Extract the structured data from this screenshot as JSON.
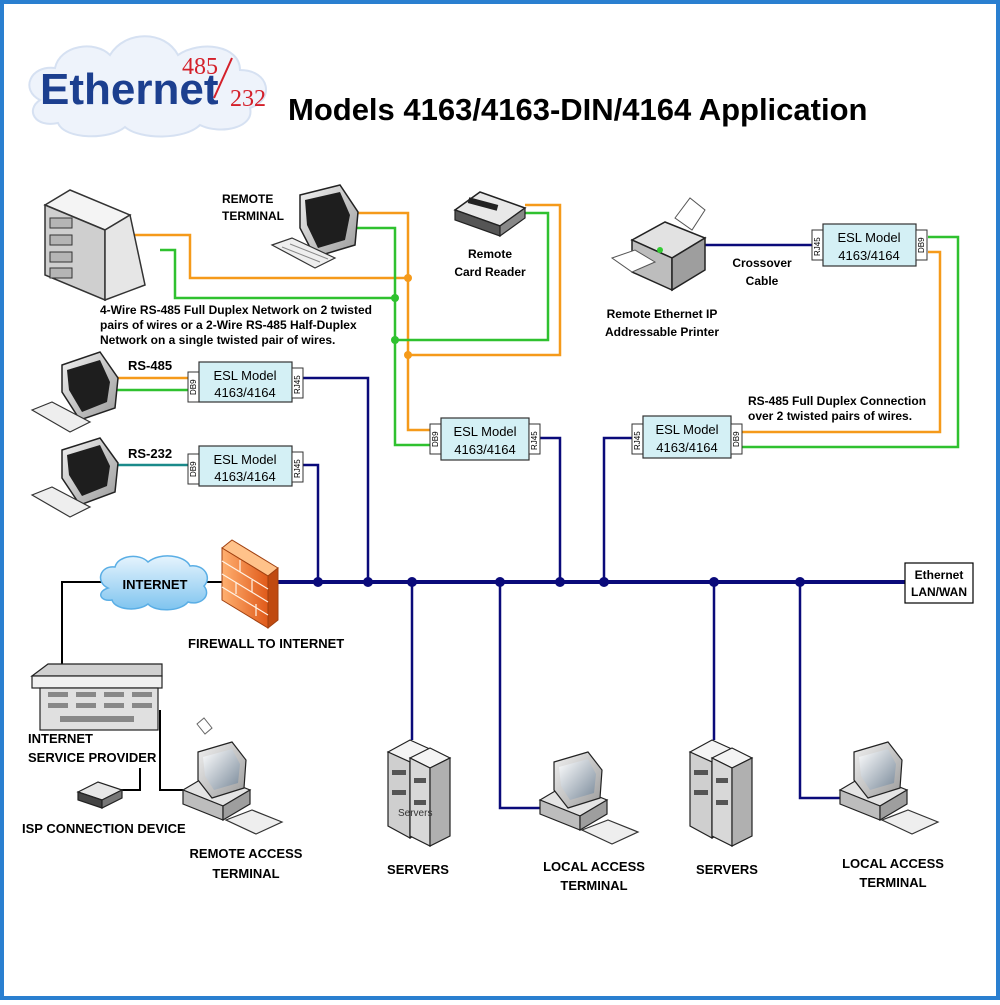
{
  "logo": {
    "main": "Ethernet",
    "sup": "485",
    "sub": "232"
  },
  "title": "Models 4163/4163-DIN/4164 Application",
  "labels": {
    "remote_terminal": [
      "REMOTE",
      "TERMINAL"
    ],
    "card_reader": [
      "Remote",
      "Card Reader"
    ],
    "printer": [
      "Remote Ethernet IP",
      "Addressable Printer"
    ],
    "crossover": [
      "Crossover",
      "Cable"
    ],
    "network_note": [
      "4-Wire RS-485 Full Duplex Network on 2 twisted",
      "pairs of wires or a 2-Wire RS-485 Half-Duplex",
      "Network on a single twisted pair of wires."
    ],
    "fd_note": [
      "RS-485 Full Duplex Connection",
      "over 2 twisted pairs of wires."
    ],
    "rs485": "RS-485",
    "rs232": "RS-232",
    "internet": "INTERNET",
    "firewall": "FIREWALL TO INTERNET",
    "ethernet": [
      "Ethernet",
      "LAN/WAN"
    ],
    "isp": [
      "INTERNET",
      "SERVICE PROVIDER"
    ],
    "isp_device": "ISP CONNECTION DEVICE",
    "remote_access": [
      "REMOTE ACCESS",
      "TERMINAL"
    ],
    "servers": "SERVERS",
    "local_access": [
      "LOCAL ACCESS",
      "TERMINAL"
    ],
    "servers_overlay": "Servers"
  },
  "esl_box": {
    "line1": "ESL Model",
    "line2": "4163/4164",
    "port_db9": "DB9",
    "port_rj45": "RJ45"
  },
  "colors": {
    "ethernet_line": "#0a0a7a",
    "rs485_orange": "#f59a1a",
    "rs485_green": "#2fc12f",
    "rs232_teal": "#1a8a8a",
    "box_fill": "#d4f0f5",
    "firewall": "#f07a2a",
    "cloud": "#bfe6fb",
    "frame": "#2a7fd0"
  },
  "icons": [
    "server-tower-icon",
    "computer-terminal-icon",
    "card-reader-icon",
    "printer-icon",
    "cloud-icon",
    "firewall-icon",
    "isp-rack-icon",
    "modem-icon",
    "server-rack-icon",
    "desktop-computer-icon"
  ]
}
